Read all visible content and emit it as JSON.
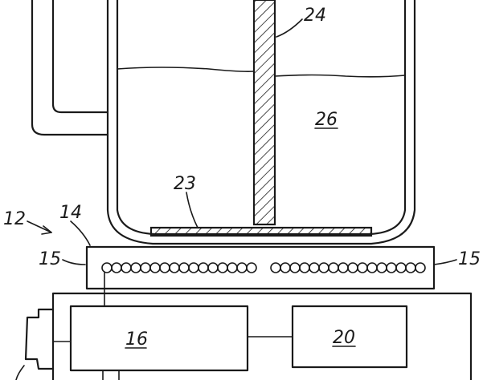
{
  "labels": {
    "l12": "12",
    "l14": "14",
    "l15_left": "15",
    "l15_right": "15",
    "l16": "16",
    "l20": "20",
    "l23": "23",
    "l24": "24",
    "l26": "26"
  }
}
